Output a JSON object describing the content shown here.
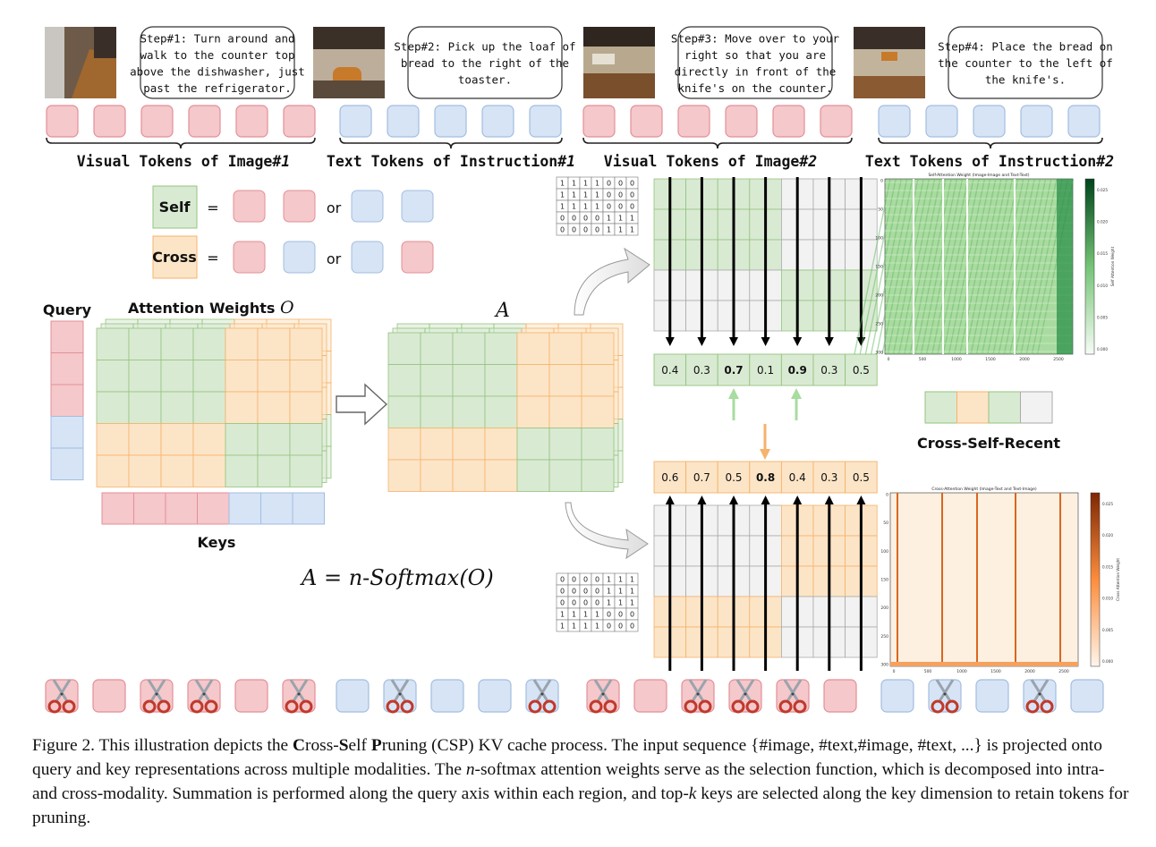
{
  "steps": [
    {
      "text": [
        "Step#1: Turn around and",
        "walk to the counter top",
        "above the dishwasher, just",
        "past the refrigerator."
      ]
    },
    {
      "text": [
        "Step#2: Pick up the loaf of",
        "bread to the right of the",
        "toaster."
      ]
    },
    {
      "text": [
        "Step#3: Move over to your",
        "right so that you are",
        "directly in front of the",
        "knife's on the counter."
      ]
    },
    {
      "text": [
        "Step#4: Place the bread on",
        "the counter to the left of",
        "the knife's."
      ]
    }
  ],
  "groups": [
    {
      "prefix": "Visual Tokens of Image",
      "suffix": "#1"
    },
    {
      "prefix": "Text Tokens of Instruction",
      "suffix": "#1"
    },
    {
      "prefix": "Visual Tokens of Image",
      "suffix": "#2"
    },
    {
      "prefix": "Text Tokens of Instruction",
      "suffix": "#2"
    }
  ],
  "legend": {
    "self": "Self",
    "cross": "Cross",
    "eq": "=",
    "or": "or"
  },
  "labels": {
    "query": "Query",
    "attn_weights": "Attention Weights",
    "attn_symbol": "O",
    "a_symbol": "A",
    "keys": "Keys",
    "formula_left": "A = ",
    "formula_n": "n",
    "formula_dash": "-",
    "formula_soft": "Softmax",
    "formula_arg": "(O)",
    "csr": "Cross-Self-Recent"
  },
  "self_scores": [
    "0.4",
    "0.3",
    "0.7",
    "0.1",
    "0.9",
    "0.3",
    "0.5"
  ],
  "self_bold": [
    false,
    false,
    true,
    false,
    true,
    false,
    false
  ],
  "cross_scores": [
    "0.6",
    "0.7",
    "0.5",
    "0.8",
    "0.4",
    "0.3",
    "0.5"
  ],
  "cross_bold": [
    false,
    false,
    false,
    true,
    false,
    false,
    false
  ],
  "mask_self": [
    [
      "1",
      "1",
      "1",
      "1",
      "0",
      "0",
      "0"
    ],
    [
      "1",
      "1",
      "1",
      "1",
      "0",
      "0",
      "0"
    ],
    [
      "1",
      "1",
      "1",
      "1",
      "0",
      "0",
      "0"
    ],
    [
      "0",
      "0",
      "0",
      "0",
      "1",
      "1",
      "1"
    ],
    [
      "0",
      "0",
      "0",
      "0",
      "1",
      "1",
      "1"
    ]
  ],
  "mask_cross": [
    [
      "0",
      "0",
      "0",
      "0",
      "1",
      "1",
      "1"
    ],
    [
      "0",
      "0",
      "0",
      "0",
      "1",
      "1",
      "1"
    ],
    [
      "0",
      "0",
      "0",
      "0",
      "1",
      "1",
      "1"
    ],
    [
      "1",
      "1",
      "1",
      "1",
      "0",
      "0",
      "0"
    ],
    [
      "1",
      "1",
      "1",
      "1",
      "0",
      "0",
      "0"
    ]
  ],
  "heat_self": {
    "title": "Self-Attention Weight (Image-Image and Text-Text)",
    "xticks": [
      "0",
      "500",
      "1000",
      "1500",
      "2000",
      "2500"
    ],
    "yticks": [
      "0",
      "50",
      "100",
      "150",
      "200",
      "250",
      "300"
    ],
    "cticks": [
      "0.025",
      "0.020",
      "0.015",
      "0.010",
      "0.005",
      "0.000"
    ],
    "clabel": "Self Attention Weight"
  },
  "heat_cross": {
    "title": "Cross-Attention Weight (Image-Text and Text-Image)",
    "xticks": [
      "0",
      "500",
      "1000",
      "1500",
      "2000",
      "2500"
    ],
    "yticks": [
      "0",
      "50",
      "100",
      "150",
      "200",
      "250",
      "300"
    ],
    "cticks": [
      "0.025",
      "0.020",
      "0.015",
      "0.010",
      "0.005",
      "0.000"
    ],
    "clabel": "Cross Attention Weight"
  },
  "bottom_tokens": {
    "colors": [
      "red",
      "red",
      "red",
      "red",
      "red",
      "red",
      "blue",
      "blue",
      "blue",
      "blue",
      "blue",
      "red",
      "red",
      "red",
      "red",
      "red",
      "red",
      "blue",
      "blue",
      "blue",
      "blue",
      "blue"
    ],
    "pruned": [
      true,
      false,
      true,
      true,
      false,
      true,
      false,
      true,
      false,
      false,
      true,
      true,
      false,
      true,
      true,
      true,
      false,
      false,
      true,
      false,
      true,
      false
    ]
  },
  "colors": {
    "red_fill": "#f5c8cb",
    "red_stroke": "#e28f96",
    "blue_fill": "#d6e4f5",
    "blue_stroke": "#a3bde0",
    "green_fill": "#d9ead3",
    "green_stroke": "#93c47d",
    "orange_fill": "#fce5c7",
    "orange_stroke": "#f6b26b",
    "gray_fill": "#f2f2f2",
    "gray_stroke": "#aaaaaa"
  },
  "caption": {
    "lead": "Figure 2. This illustration depicts the ",
    "c1": "C",
    "c2": "ross-",
    "s1": "S",
    "s2": "elf ",
    "p1": "P",
    "p2": "runing (CSP) KV cache process. The input sequence {#image, #text,#image, #text, ...} is projected onto query and key representations across multiple modalities. The ",
    "n": "n",
    "rest1": "-softmax attention weights serve as the selection function, which is decomposed into intra- and cross-modality. Summation is performed along the query axis within each region, and top-",
    "k": "k",
    "rest2": " keys are selected along the key dimension to retain tokens for pruning."
  }
}
